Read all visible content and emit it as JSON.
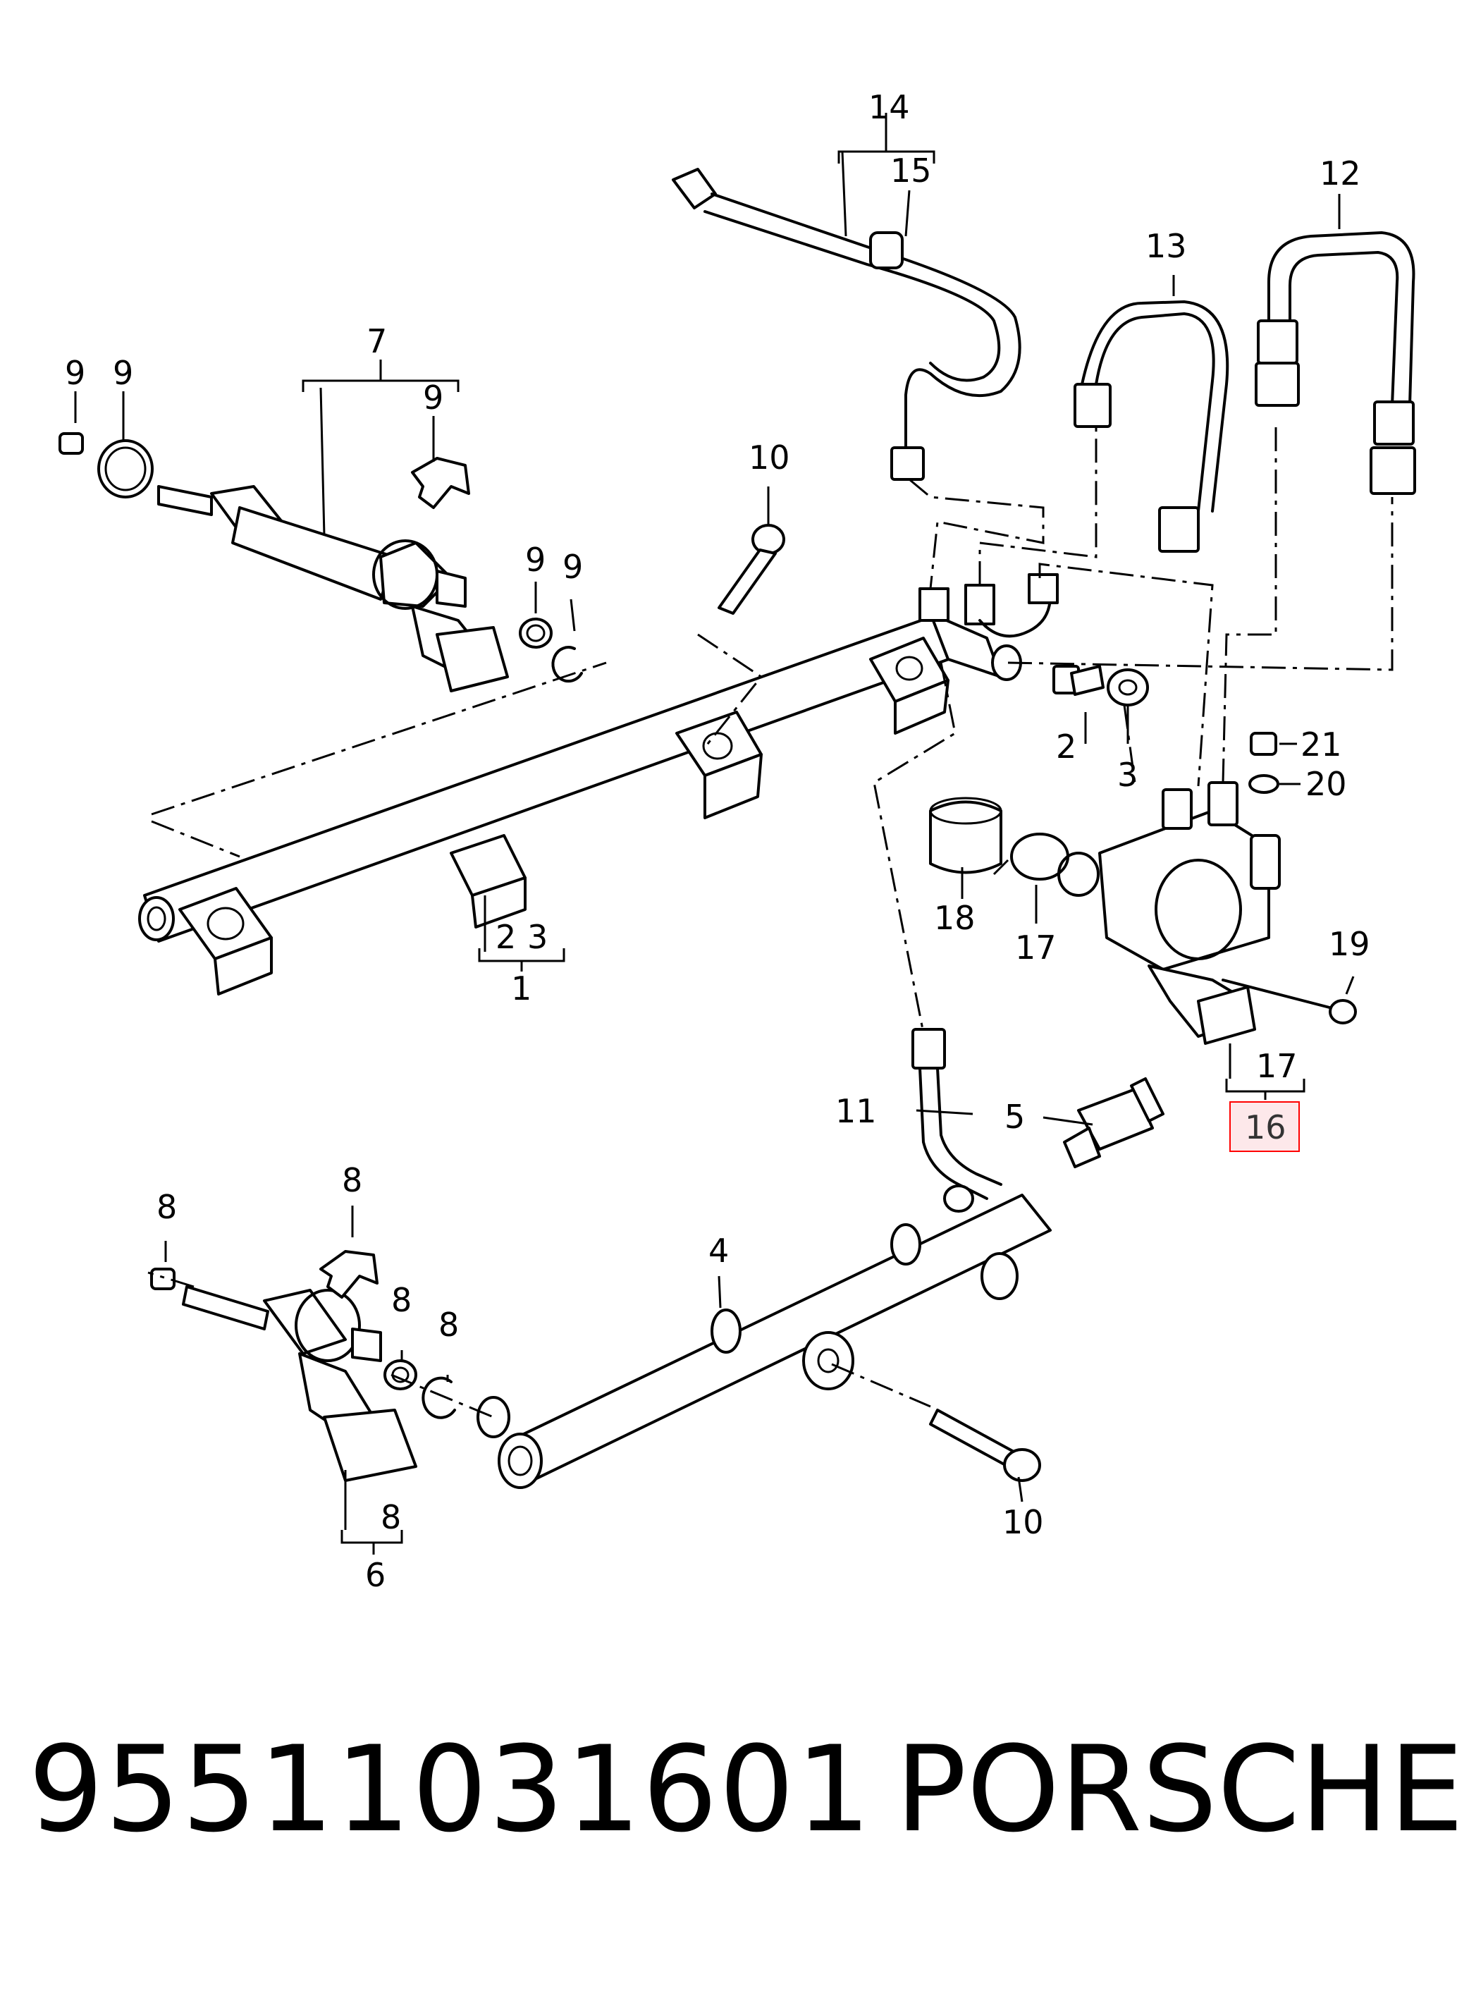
{
  "diagram": {
    "callouts": {
      "c1": "1",
      "c2a": "2",
      "c2b": "2",
      "c3a": "3",
      "c3b": "3",
      "c4": "4",
      "c5": "5",
      "c6": "6",
      "c7": "7",
      "c8a": "8",
      "c8b": "8",
      "c8c": "8",
      "c8d": "8",
      "c8e": "8",
      "c9a": "9",
      "c9b": "9",
      "c9c": "9",
      "c9d": "9",
      "c9e": "9",
      "c10a": "10",
      "c10b": "10",
      "c11": "11",
      "c12": "12",
      "c13": "13",
      "c14": "14",
      "c15": "15",
      "c16": "16",
      "c17a": "17",
      "c17b": "17",
      "c18": "18",
      "c19": "19",
      "c20": "20",
      "c21": "21"
    },
    "highlight_color": "#ff0000"
  },
  "caption": {
    "part_number": "95511031601",
    "brand": "PORSCHE"
  }
}
